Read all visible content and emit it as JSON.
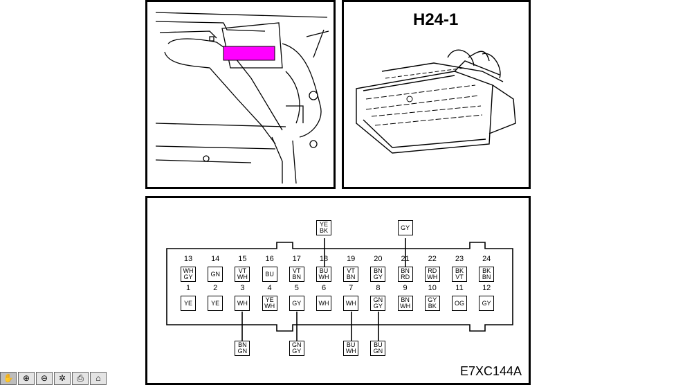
{
  "connector": {
    "title": "H24-1",
    "figure_code": "E7XC144A"
  },
  "pins_top": [
    {
      "n": "13",
      "c1": "WH",
      "c2": "GY"
    },
    {
      "n": "14",
      "c1": "GN",
      "c2": ""
    },
    {
      "n": "15",
      "c1": "VT",
      "c2": "WH"
    },
    {
      "n": "16",
      "c1": "BU",
      "c2": ""
    },
    {
      "n": "17",
      "c1": "VT",
      "c2": "BN"
    },
    {
      "n": "18",
      "c1": "BU",
      "c2": "WH"
    },
    {
      "n": "19",
      "c1": "VT",
      "c2": "BN"
    },
    {
      "n": "20",
      "c1": "BN",
      "c2": "GY"
    },
    {
      "n": "21",
      "c1": "BN",
      "c2": "RD"
    },
    {
      "n": "22",
      "c1": "RD",
      "c2": "WH"
    },
    {
      "n": "23",
      "c1": "BK",
      "c2": "VT"
    },
    {
      "n": "24",
      "c1": "BK",
      "c2": "BN"
    }
  ],
  "pins_bottom": [
    {
      "n": "1",
      "c1": "YE",
      "c2": ""
    },
    {
      "n": "2",
      "c1": "YE",
      "c2": ""
    },
    {
      "n": "3",
      "c1": "WH",
      "c2": ""
    },
    {
      "n": "4",
      "c1": "YE",
      "c2": "WH"
    },
    {
      "n": "5",
      "c1": "GY",
      "c2": ""
    },
    {
      "n": "6",
      "c1": "WH",
      "c2": ""
    },
    {
      "n": "7",
      "c1": "WH",
      "c2": ""
    },
    {
      "n": "8",
      "c1": "GN",
      "c2": "GY"
    },
    {
      "n": "9",
      "c1": "BN",
      "c2": "WH"
    },
    {
      "n": "10",
      "c1": "GY",
      "c2": "BK"
    },
    {
      "n": "11",
      "c1": "OG",
      "c2": ""
    },
    {
      "n": "12",
      "c1": "GY",
      "c2": ""
    }
  ],
  "extra_wires": {
    "pin18": {
      "c1": "YE",
      "c2": "BK"
    },
    "pin21": {
      "c1": "GY",
      "c2": ""
    },
    "pin3": {
      "c1": "BN",
      "c2": "GN"
    },
    "pin5": {
      "c1": "GN",
      "c2": "GY"
    },
    "pin7": {
      "c1": "BU",
      "c2": "WH"
    },
    "pin8": {
      "c1": "BU",
      "c2": "GN"
    }
  },
  "toolbar": {
    "icons": [
      "hand-icon",
      "zoom-in-icon",
      "zoom-out-icon",
      "select-icon",
      "print-icon",
      "home-icon"
    ]
  }
}
